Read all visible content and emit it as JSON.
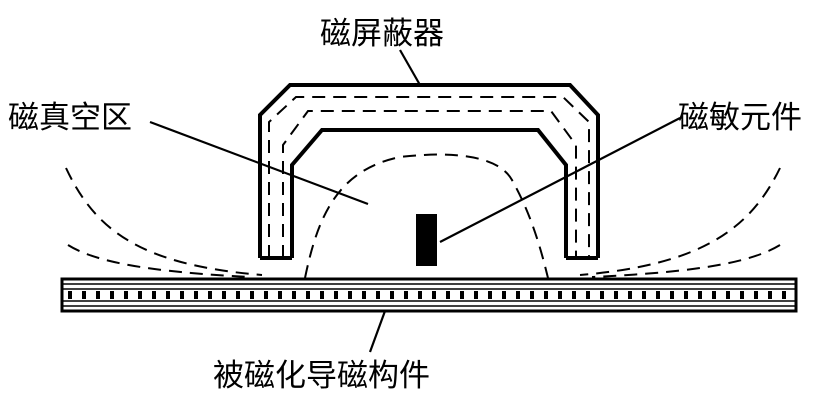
{
  "labels": {
    "shield": "磁屏蔽器",
    "vacuum_zone": "磁真空区",
    "sensor": "磁敏元件",
    "conductor": "被磁化导磁构件"
  },
  "colors": {
    "stroke": "#000000",
    "background": "#ffffff"
  }
}
